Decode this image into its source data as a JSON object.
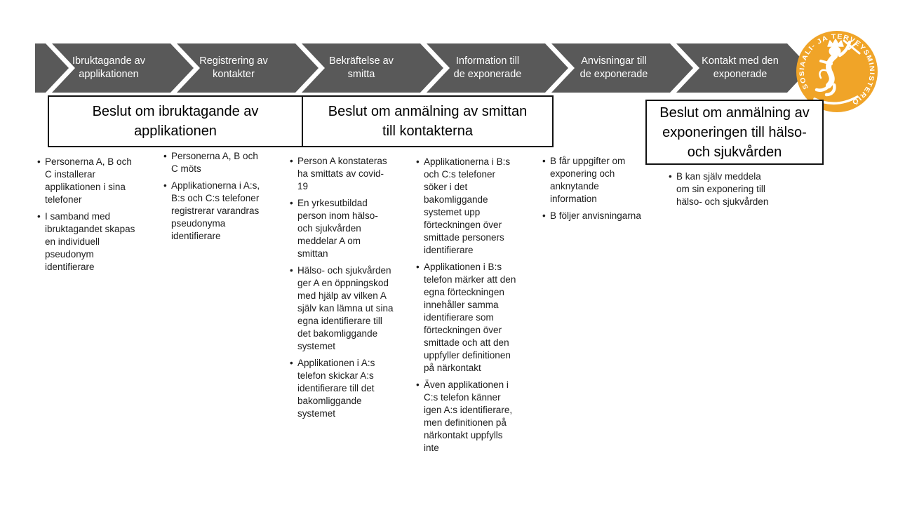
{
  "palette": {
    "chevron_gray": "#595959",
    "chevron_text": "#ffffff",
    "box_border": "#111111",
    "logo_orange": "#F0A428"
  },
  "process_chevrons": {
    "steps": [
      {
        "label": "Ibruktagande av\napplikationen"
      },
      {
        "label": "Registrering av\nkontakter"
      },
      {
        "label": "Bekräftelse av\nsmitta"
      },
      {
        "label": "Information till\nde exponerade"
      },
      {
        "label": "Anvisningar till\nde exponerade"
      },
      {
        "label": "Kontakt med den\nexponerade"
      }
    ]
  },
  "decision_boxes": [
    {
      "text": "Beslut om ibruktagande av\napplikationen"
    },
    {
      "text": "Beslut om anmälning av smittan\ntill kontakterna"
    },
    {
      "text": "Beslut om anmälning av\nexponeringen till hälso-\noch sjukvården"
    }
  ],
  "columns": [
    {
      "bullets": [
        "Personerna A, B och C installerar applikationen i sina telefoner",
        "I samband med ibruktagandet skapas en individuell pseudonym identifierare"
      ]
    },
    {
      "bullets": [
        "Personerna A, B och C möts",
        "Applikationerna i A:s, B:s och C:s telefoner registrerar varandras pseudonyma identifierare"
      ]
    },
    {
      "bullets": [
        "Person A konstateras ha smittats av covid-19",
        "En yrkesutbildad person inom hälso- och sjukvården meddelar A om smittan",
        "Hälso- och sjukvården ger A en öppningskod med hjälp av vilken A själv kan lämna ut sina egna identifierare till det bakomliggande systemet",
        "Applikationen i A:s telefon skickar A:s identifierare till det bakomliggande systemet"
      ]
    },
    {
      "bullets": [
        "Applikationerna i B:s och C:s telefoner söker i det bakomliggande systemet upp förteckningen över smittade personers identifierare",
        "Applikationen i B:s telefon märker att den egna förteckningen innehåller samma identifierare som förteckningen över smittade och att den uppfyller definitionen på närkontakt",
        "Även applikationen i C:s telefon känner igen A:s identifierare, men definitionen på närkontakt uppfylls inte"
      ]
    },
    {
      "bullets": [
        "B får uppgifter om exponering och anknytande information",
        "B följer anvisningarna"
      ]
    },
    {
      "bullets": [
        "B kan själv meddela om sin exponering till hälso- och sjukvården"
      ]
    }
  ],
  "logo": {
    "ring_text": "SOSIAALI- JA TERVEYSMINISTERIÖ"
  }
}
